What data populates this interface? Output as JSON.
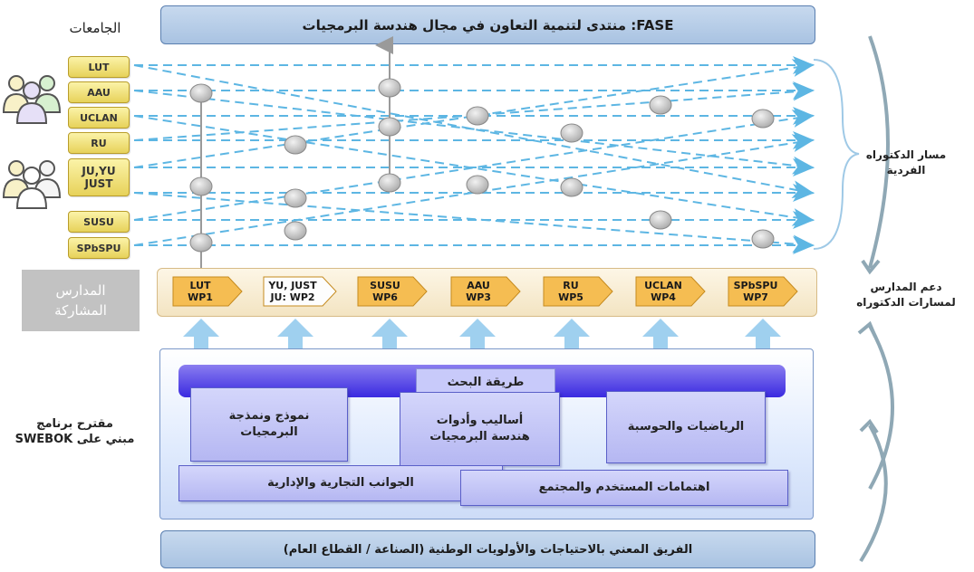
{
  "top_banner": "FASE: منتدى لتنمية التعاون في مجال هندسة البرمجيات",
  "bottom_banner": "الفريق المعني بالاحتياجات والأولويات الوطنية (الصناعة / القطاع العام)",
  "universities_header": "الجامعات",
  "universities": [
    "LUT",
    "AAU",
    "UCLAN",
    "RU",
    "JU,YU",
    "JUST",
    "SUSU",
    "SPbSPU"
  ],
  "schools_label": {
    "line1": "المدارس",
    "line2": "المشاركة"
  },
  "work_packages": [
    {
      "l1": "LUT",
      "l2": "WP1"
    },
    {
      "l1": "YU, JUST",
      "l2": "JU: WP2"
    },
    {
      "l1": "SUSU",
      "l2": "WP6"
    },
    {
      "l1": "AAU",
      "l2": "WP3"
    },
    {
      "l1": "RU",
      "l2": "WP5"
    },
    {
      "l1": "UCLAN",
      "l2": "WP4"
    },
    {
      "l1": "SPbSPU",
      "l2": "WP7"
    }
  ],
  "right_labels": {
    "phd_path": {
      "l1": "مسار الدكتوراه",
      "l2": "الفردية"
    },
    "school_support": {
      "l1": "دعم المدارس",
      "l2": "لمسارات الدكتوراه"
    }
  },
  "left_label": {
    "l1": "مقترح برنامج",
    "l2": "مبني على SWEBOK"
  },
  "program": {
    "research": "طريقة البحث",
    "modeling": {
      "l1": "نموذج ونمذجة",
      "l2": "البرمجيات"
    },
    "methods": {
      "l1": "أساليب وأدوات",
      "l2": "هندسة البرمجيات"
    },
    "math": "الرياضيات والحوسبة",
    "business": "الجوانب التجارية والإدارية",
    "user": "اهتمامات المستخدم والمجتمع"
  },
  "colors": {
    "banner": "#b9cfe9",
    "university": "#f2e27a",
    "dashed_arrow": "#5db6e3",
    "up_arrow": "#9fd0ef",
    "research_bar": "#3a2ae0",
    "topic_box": "#c4c6f7"
  }
}
